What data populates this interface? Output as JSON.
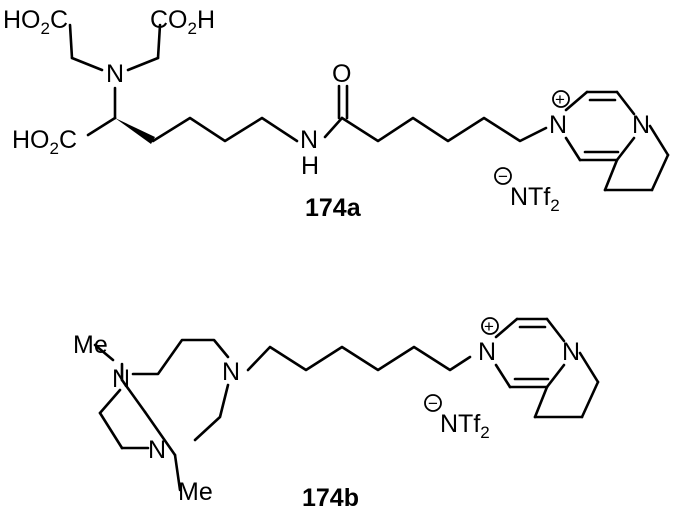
{
  "labels": {
    "a": "174a",
    "b": "174b"
  },
  "atoms": {
    "ho2c": "HO",
    "ho2c_sub": "2",
    "ho2c_c": "C",
    "co2h": "CO",
    "co2h_sub": "2",
    "co2h_h": "H",
    "n": "N",
    "o": "O",
    "h": "H",
    "nh": "N",
    "me": "Me"
  },
  "counterion": {
    "text": "NTf",
    "sub": "2",
    "charge_minus": "−",
    "charge_plus": "+"
  }
}
